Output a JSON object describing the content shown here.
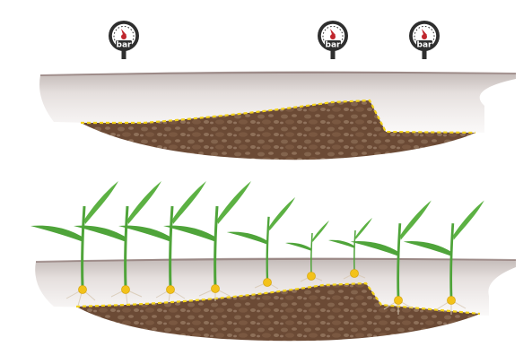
{
  "gauges": [
    {
      "unit": "bar"
    },
    {
      "unit": "bar"
    },
    {
      "unit": "bar"
    }
  ],
  "colors": {
    "gauge_body": "#2f2f2f",
    "gauge_face": "#ffffff",
    "gauge_needle": "#c0262d",
    "soil_dark": "#6b4a35",
    "soil_light": "#e9e1de",
    "compaction_line": "#f2d21b",
    "plant_green": "#4fa43a",
    "seed_yellow": "#f3c21a"
  }
}
